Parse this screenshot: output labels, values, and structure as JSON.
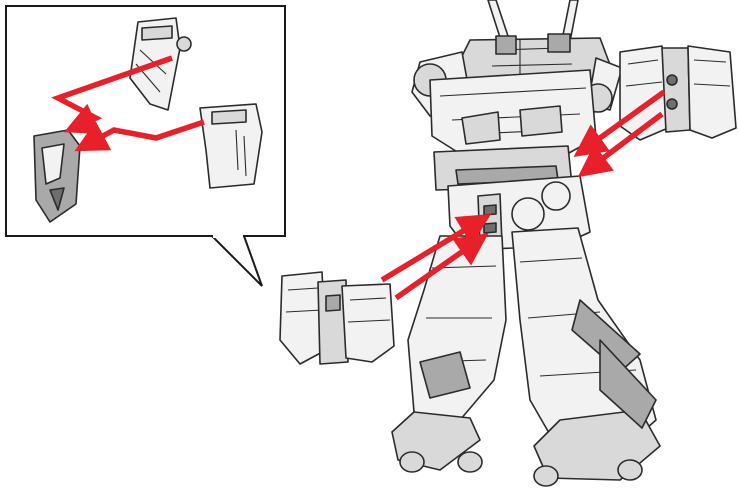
{
  "diagram": {
    "type": "assembly-instruction",
    "arrow_color": "#e8202a",
    "line_color": "#2b2b2b",
    "callout_border_color": "#1a1a1a",
    "parts": [
      "robot-body",
      "side-skirt-armor-right",
      "side-skirt-armor-left",
      "detail-upper-plate",
      "detail-lower-plate",
      "detail-hip-joint"
    ]
  }
}
